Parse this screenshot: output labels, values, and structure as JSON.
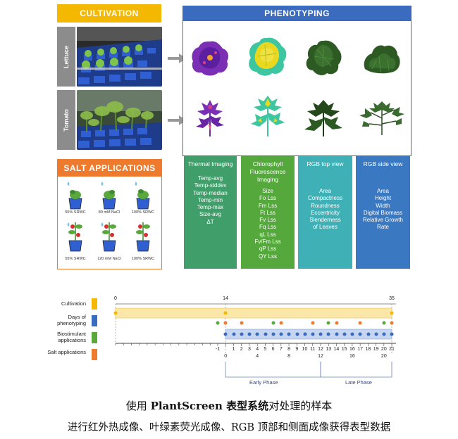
{
  "cultivation": {
    "title": "CULTIVATION",
    "rows": [
      "Lettuce",
      "Tomato"
    ]
  },
  "phenotyping": {
    "title": "PHENOTYPING"
  },
  "salt": {
    "title": "SALT APPLICATIONS",
    "labels": [
      "55% SRWC",
      "80 mM NaCl",
      "100% SRWC",
      "55% SRWC",
      "120 mM NaCl",
      "100% SRWC"
    ]
  },
  "columns": [
    {
      "title": "Thermal Imaging",
      "items": [
        "Temp-avg",
        "Temp-stddev",
        "Temp-median",
        "Temp-min",
        "Temp-max",
        "Size-avg",
        "ΔT"
      ]
    },
    {
      "title": "Chlorophyll Fluorescence Imaging",
      "items": [
        "Size",
        "Fo Lss",
        "Fm Lss",
        "Ft Lss",
        "Fv Lss",
        "Fq Lss",
        "qL Lss",
        "Fv/Fm Lss",
        "qP Lss",
        "QY Lss"
      ]
    },
    {
      "title": "RGB top view",
      "items": [
        "Area",
        "Compactness",
        "Roundness",
        "Eccentricity",
        "Slenderness",
        "of Leaves"
      ]
    },
    {
      "title": "RGB side view",
      "items": [
        "Area",
        "Height",
        "Width",
        "Digital Biomass",
        "Relative Growth",
        "Rate"
      ]
    }
  ],
  "timeline": {
    "rows": [
      "Cultivation",
      "Days of phenotyping",
      "Biostimulant applications",
      "Salt applications"
    ],
    "top_ticks": [
      "0",
      "14",
      "35"
    ],
    "bottom_ticks": [
      "-1",
      "1",
      "2",
      "3",
      "4",
      "5",
      "6",
      "7",
      "8",
      "9",
      "10",
      "11",
      "12",
      "13",
      "14",
      "15",
      "16",
      "17",
      "18",
      "19",
      "20",
      "21"
    ],
    "bottom_bold_ticks": [
      "0",
      "4",
      "8",
      "12",
      "16",
      "20"
    ],
    "phases": [
      "Early Phase",
      "Late Phase"
    ]
  },
  "colors": {
    "cultivation": "#f5b800",
    "phenotyping": "#3a6bbf",
    "salt": "#ee7a2e",
    "thermal": "#3f9e6a",
    "chloro": "#55a83c",
    "rgbtop": "#3fb0b6",
    "rgbside": "#3b78c2",
    "biostim": "#5aaa46"
  },
  "caption": {
    "line1_a": "使用 ",
    "line1_b": "PlantScreen 表型系统",
    "line1_c": "对处理的样本",
    "line2": "进行红外热成像、叶绿素荧光成像、RGB 顶部和侧面成像获得表型数据"
  }
}
